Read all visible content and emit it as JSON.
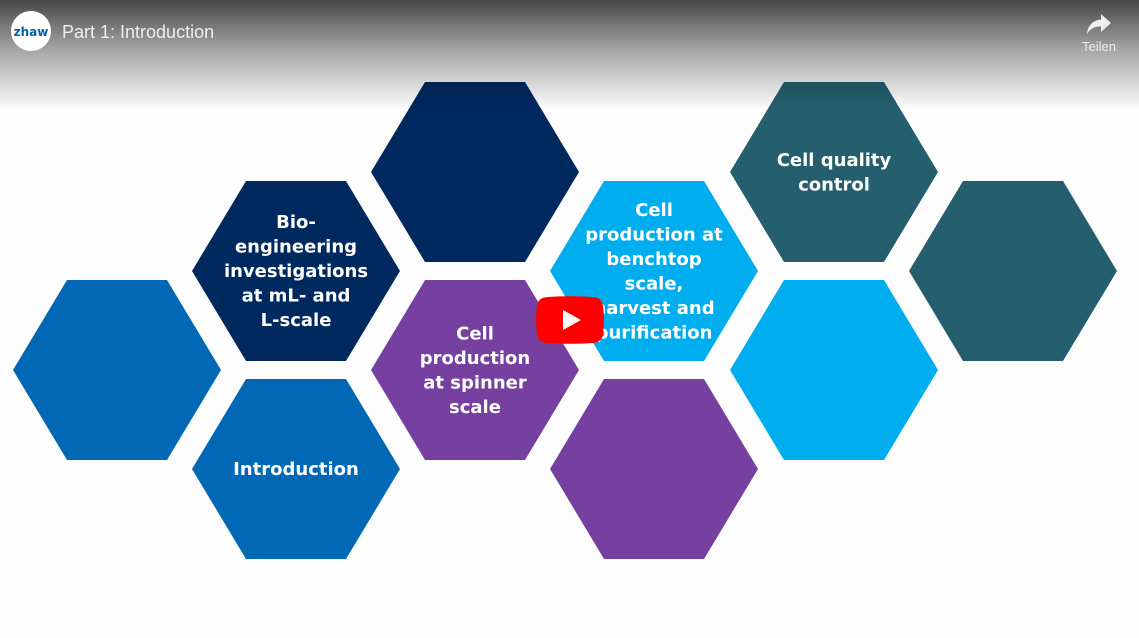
{
  "header": {
    "title": "Part 1: Introduction",
    "channel_logo_text": "zhaw",
    "share_label": "Teilen",
    "share_icon": "share-arrow-icon"
  },
  "player": {
    "play_icon": "play-icon",
    "play_color": "#ff0000"
  },
  "colors": {
    "navy": "#002960",
    "blue": "#0068b4",
    "purple": "#7640a0",
    "light_blue": "#00aeef",
    "teal": "#255f6e"
  },
  "hexagons": [
    {
      "name": "hex-blue-left",
      "color": "blue",
      "lines": []
    },
    {
      "name": "hex-bioengineering",
      "color": "navy",
      "lines": [
        "Bio-",
        "engineering",
        "investigations",
        "at mL- and",
        "L-scale"
      ]
    },
    {
      "name": "hex-introduction",
      "color": "blue",
      "lines": [
        "Introduction"
      ]
    },
    {
      "name": "hex-navy-top",
      "color": "navy",
      "lines": []
    },
    {
      "name": "hex-spinner",
      "color": "purple",
      "lines": [
        "Cell",
        "production",
        "at spinner",
        "scale"
      ]
    },
    {
      "name": "hex-benchtop",
      "color": "light_blue",
      "lines": [
        "Cell",
        "production at",
        "benchtop",
        "scale,",
        "harvest and",
        "purification"
      ]
    },
    {
      "name": "hex-purple-bottom",
      "color": "purple",
      "lines": []
    },
    {
      "name": "hex-quality",
      "color": "teal",
      "lines": [
        "Cell quality",
        "control"
      ]
    },
    {
      "name": "hex-lightblue-right",
      "color": "light_blue",
      "lines": []
    },
    {
      "name": "hex-teal-right",
      "color": "teal",
      "lines": []
    }
  ]
}
